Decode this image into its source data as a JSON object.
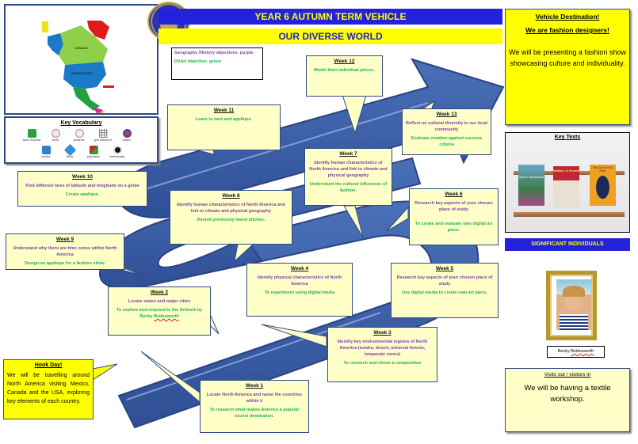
{
  "header": {
    "title": "YEAR 6 AUTUMN TERM VEHICLE",
    "subtitle": "OUR DIVERSE WORLD"
  },
  "colors": {
    "header_blue": "#2222dd",
    "header_yellow": "#ffff00",
    "arrow_blue": "#3a5fa8",
    "callout_bg": "#ffffc8",
    "geography_purple": "#8040a8",
    "art_green": "#22b050"
  },
  "map": {
    "labels": [
      "CANADA",
      "UNITED STATES"
    ]
  },
  "vocabulary": {
    "title": "Key Vocabulary",
    "row1": [
      {
        "label": "North America",
        "icon": "north-america-icon"
      },
      {
        "label": "Arctic",
        "icon": "arctic-globe-icon"
      },
      {
        "label": "Antarctic",
        "icon": "antarctic-globe-icon"
      },
      {
        "label": "grid reference",
        "icon": "grid-icon"
      },
      {
        "label": "culture",
        "icon": "culture-icon"
      }
    ],
    "row2": [
      {
        "label": "textiles",
        "icon": "textiles-icon"
      },
      {
        "label": "fabric",
        "icon": "fabric-icon"
      },
      {
        "label": "patchwork",
        "icon": "patchwork-icon"
      },
      {
        "label": "individuality",
        "icon": "individuality-icon"
      }
    ]
  },
  "objectives_key": {
    "geography": "Geography /History objectives- purple",
    "art": "Dt/Art objective- green"
  },
  "weeks": {
    "w1": {
      "title": "Week 1",
      "geo": "Locate North America and name the countries within it",
      "art": "To research what makes America a popular tourist destination."
    },
    "w2": {
      "title": "Week 2",
      "geo": "Locate states and major cities",
      "art": "To explore and respond to the Artwork by Becky",
      "art_name": "Bettesworth"
    },
    "w3": {
      "title": "Week 3",
      "geo": "Identify key environmental regions of North America (tundra, desert, arboreal forests, temperate zones)",
      "art": "To research and chose a composition"
    },
    "w4": {
      "title": "Week 4",
      "geo": "Identify physical characteristics of North America",
      "art": "To experiment using digital media"
    },
    "w5": {
      "title": "Week 5",
      "geo": "Research key aspects of your chosen place of study",
      "art": "Use digital media to create own art piece."
    },
    "w6": {
      "title": "Week 6",
      "geo": "Research key aspects of your chosen place of study",
      "art": "To create and evaluate own digital art piece."
    },
    "w7": {
      "title": "Week 7",
      "geo": "Identify human characteristics of North America and link to climate and physical geography",
      "art": "Understand the cultural influences of fashion."
    },
    "w8": {
      "title": "Week 8",
      "geo": "Identify human characteristics of North America and link to climate and physical geography",
      "art": "Revisit previously learnt stiches.",
      "extra": "."
    },
    "w9": {
      "title": "Week 9",
      "geo": "Understand why there are time zones within North America",
      "art": "Design an applique for a fashion show."
    },
    "w10": {
      "title": "Week 10",
      "geo": "Find different lines of latitude and longitude on a globe",
      "art": "Create applique."
    },
    "w11": {
      "title": "Week 11",
      "art": "Learn to tack and applique."
    },
    "w12": {
      "title": "Week 12",
      "art": "Model their individual pieces."
    },
    "w13": {
      "title": "Week 13",
      "geo": "Reflect on cultural diversity in our local community",
      "art": "Evaluate creation against success criteria"
    }
  },
  "destination": {
    "heading1": "Vehicle Destination!",
    "heading2": "We are fashion designers!",
    "body": "We will be presenting a fashion show showcasing culture and individuality."
  },
  "key_texts": {
    "title": "Key Texts",
    "books": [
      "Alice in Wonderland",
      "Wallace & Gromit",
      "The Girl of Ink & Stars"
    ]
  },
  "significant": {
    "heading": "SIGNIFICANT INDIVIDUALS",
    "first_name": "Becky",
    "last_name": "Bettesworth"
  },
  "visits": {
    "heading": "Visits out / visitors in",
    "body": "We will be having a textile workshop."
  },
  "hook": {
    "heading": "Hook Day!",
    "body": "We will be travelling around North America visiting Mexico, Canada and the USA, exploring key elements of each country."
  }
}
